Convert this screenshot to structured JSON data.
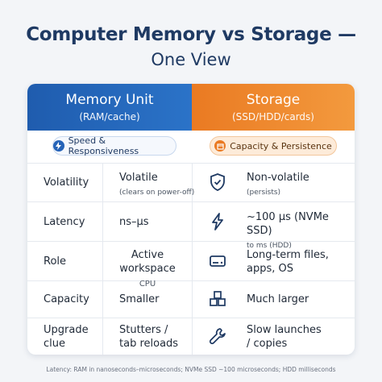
{
  "title": "Computer Memory vs Storage —",
  "subtitle": "One View",
  "columns": {
    "memory": {
      "title": "Memory Unit",
      "sub": "(RAM/cache)",
      "pill": "Speed & Responsiveness",
      "pill_icon": "lightning-icon",
      "color": "#2563b8"
    },
    "storage": {
      "title": "Storage",
      "sub": "(SSD/HDD/cards)",
      "pill": "Capacity & Persistence",
      "pill_icon": "box-icon",
      "color": "#ea7a22"
    }
  },
  "rows": [
    {
      "label": "Volatility",
      "memory": "Volatile",
      "memory_note": "(clears on power-off)",
      "storage": "Non-volatile",
      "storage_note": "(persists)",
      "icon": "shield-check-icon"
    },
    {
      "label": "Latency",
      "memory": "ns–µs",
      "memory_note": "",
      "storage": "~100 µs (NVMe SSD)",
      "storage_note": "to ms (HDD)",
      "icon": "lightning-icon"
    },
    {
      "label": "Role",
      "memory": "Active workspace",
      "memory_note": "CPU",
      "storage": "Long-term files,",
      "storage_note": "apps, OS",
      "icon": "drive-icon"
    },
    {
      "label": "Capacity",
      "memory": "Smaller",
      "memory_note": "",
      "storage": "Much larger",
      "storage_note": "",
      "icon": "cubes-icon"
    },
    {
      "label": "Upgrade",
      "label2": "clue",
      "memory": "Stutters /",
      "memory_note": "tab reloads",
      "storage": "Slow launches",
      "storage_note": "/ copies",
      "icon": "wrench-icon"
    }
  ],
  "footer": "Latency: RAM in nanoseconds–microseconds; NVMe SSD ~100 microseconds; HDD milliseconds"
}
